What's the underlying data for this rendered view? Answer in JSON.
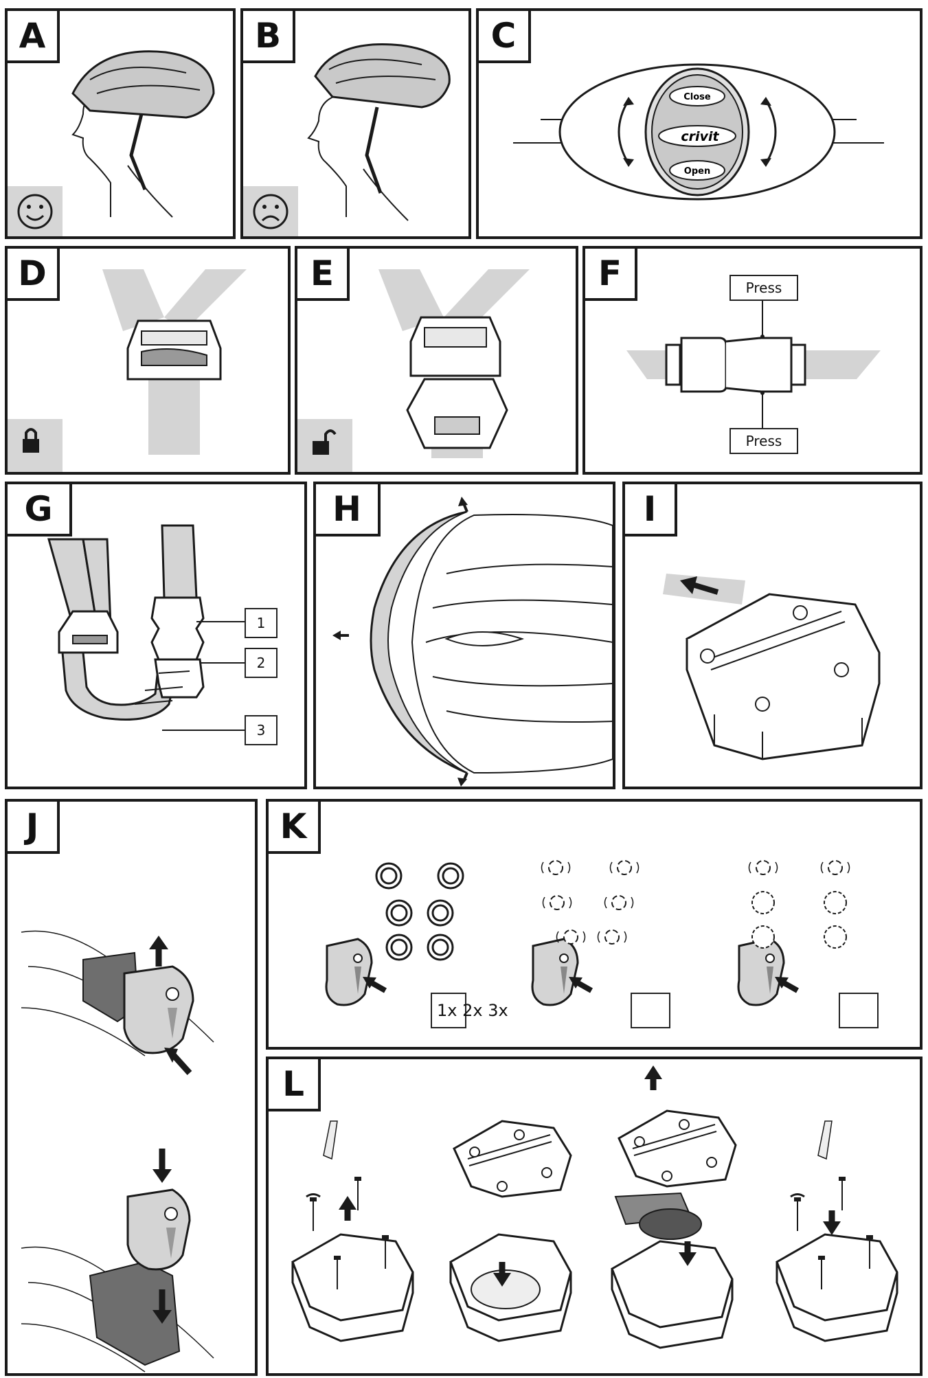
{
  "panels": {
    "A": {
      "letter": "A"
    },
    "B": {
      "letter": "B"
    },
    "C": {
      "letter": "C",
      "dial_top": "Close",
      "dial_brand": "crivit",
      "dial_bottom": "Open"
    },
    "D": {
      "letter": "D"
    },
    "E": {
      "letter": "E"
    },
    "F": {
      "letter": "F",
      "press_top": "Press",
      "press_bottom": "Press"
    },
    "G": {
      "letter": "G",
      "callouts": [
        "1",
        "2",
        "3"
      ]
    },
    "H": {
      "letter": "H"
    },
    "I": {
      "letter": "I"
    },
    "J": {
      "letter": "J"
    },
    "K": {
      "letter": "K",
      "press_counts": "1x 2x 3x"
    },
    "L": {
      "letter": "L"
    }
  },
  "colors": {
    "line": "#1a1a1a",
    "gray": "#d4d4d4",
    "dark_gray": "#6e6e6e"
  }
}
